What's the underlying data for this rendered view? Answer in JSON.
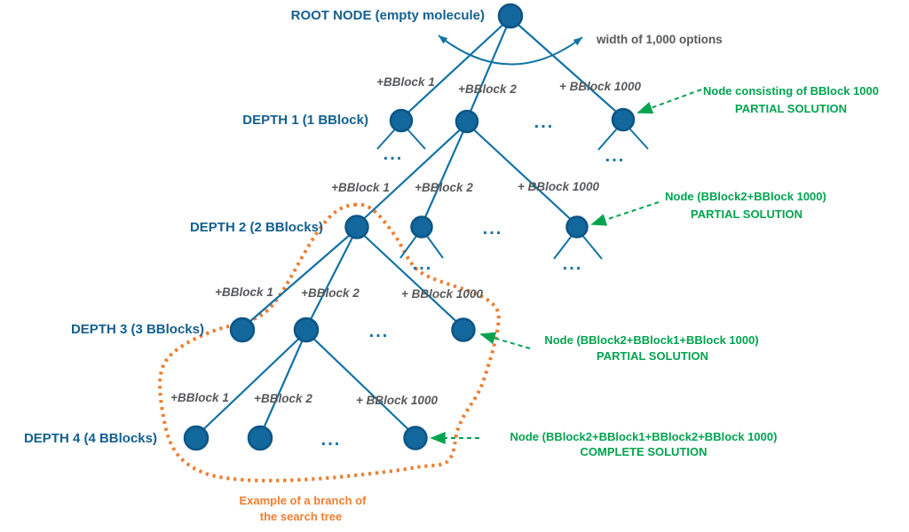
{
  "diagram": {
    "root_label": "ROOT NODE (empty molecule)",
    "width_annotation": "width of 1,000 options",
    "ellipsis": "...",
    "depths": [
      {
        "label": "DEPTH 1 (1 BBlock)"
      },
      {
        "label": "DEPTH 2 (2 BBlocks)"
      },
      {
        "label": "DEPTH 3 (3 BBlocks)"
      },
      {
        "label": "DEPTH 4 (4 BBlocks)"
      }
    ],
    "edge_labels": {
      "row1": [
        "+BBlock 1",
        "+BBlock 2",
        "+ BBlock 1000"
      ],
      "row2": [
        "+BBlock 1",
        "+BBlock 2",
        "+ BBlock 1000"
      ],
      "row3": [
        "+BBlock 1",
        "+BBlock 2",
        "+ BBlock 1000"
      ],
      "row4": [
        "+BBlock 1",
        "+BBlock 2",
        "+ BBlock 1000"
      ]
    },
    "annotations": [
      {
        "line1": "Node consisting of BBlock 1000",
        "line2": "PARTIAL SOLUTION"
      },
      {
        "line1": "Node (BBlock2+BBlock 1000)",
        "line2": "PARTIAL SOLUTION"
      },
      {
        "line1": "Node (BBlock2+BBlock1+BBlock 1000)",
        "line2": "PARTIAL SOLUTION"
      },
      {
        "line1": "Node (BBlock2+BBlock1+BBlock2+BBlock 1000)",
        "line2": "COMPLETE SOLUTION"
      }
    ],
    "branch_caption": {
      "line1": "Example of a branch of",
      "line2": "the search tree"
    },
    "colors": {
      "node_blue": "#12679C",
      "node_border_blue": "#0C5586",
      "edge_blue": "#1272A5",
      "label_blue": "#14608F",
      "gray": "#58595B",
      "green": "#00A44F",
      "orange": "#EE7E31",
      "background": "#FFFFFF"
    }
  }
}
